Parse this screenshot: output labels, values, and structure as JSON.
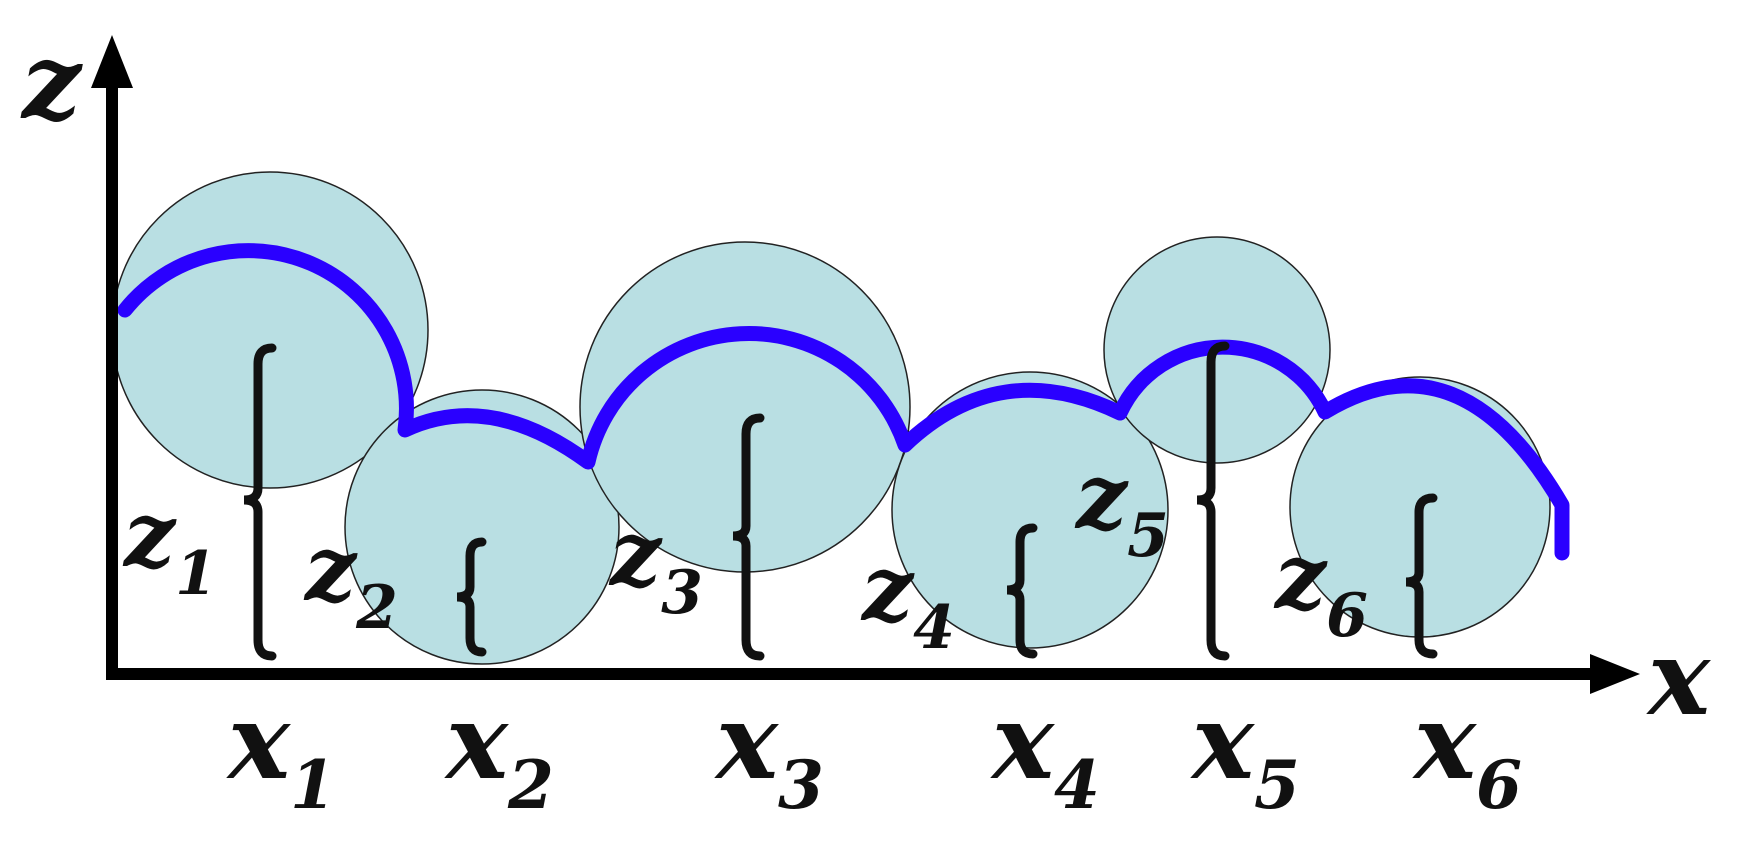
{
  "axes": {
    "x_label": "x",
    "z_label": "z"
  },
  "grains": [
    {
      "id": 1,
      "x": "x",
      "x_sub": "1",
      "z": "z",
      "z_sub": "1"
    },
    {
      "id": 2,
      "x": "x",
      "x_sub": "2",
      "z": "z",
      "z_sub": "2"
    },
    {
      "id": 3,
      "x": "x",
      "x_sub": "3",
      "z": "z",
      "z_sub": "3"
    },
    {
      "id": 4,
      "x": "x",
      "x_sub": "4",
      "z": "z",
      "z_sub": "4"
    },
    {
      "id": 5,
      "x": "x",
      "x_sub": "5",
      "z": "z",
      "z_sub": "5"
    },
    {
      "id": 6,
      "x": "x",
      "x_sub": "6",
      "z": "z",
      "z_sub": "6"
    }
  ],
  "colors": {
    "grain_fill": "#b9dfe3",
    "surface_outline": "#2a00ff",
    "axis": "#000000",
    "text": "#111111"
  }
}
